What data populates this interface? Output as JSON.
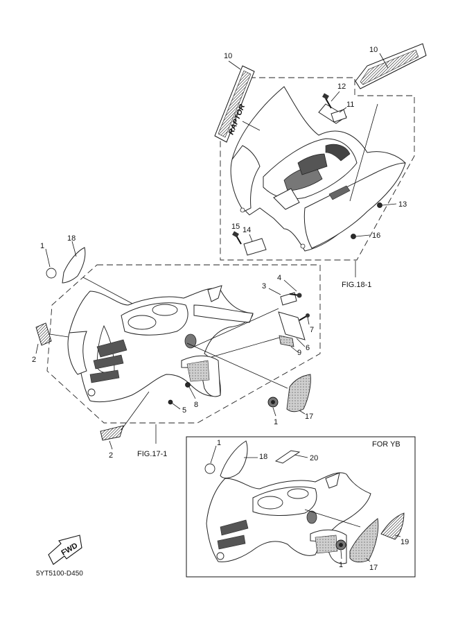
{
  "diagram": {
    "code": "5YT5100-D450",
    "figure_refs": {
      "rear_fender": "FIG.18-1",
      "front_fender": "FIG.17-1"
    },
    "inset": {
      "title": "FOR YB"
    },
    "fwd_label": "FWD",
    "callouts": {
      "rear": {
        "c10a": "10",
        "c10b": "10",
        "c11": "11",
        "c12": "12",
        "c13": "13",
        "c14": "14",
        "c15": "15",
        "c16": "16"
      },
      "front": {
        "c1a": "1",
        "c1b": "1",
        "c2a": "2",
        "c2b": "2",
        "c3": "3",
        "c4": "4",
        "c5": "5",
        "c6": "6",
        "c7": "7",
        "c8": "8",
        "c9": "9",
        "c17": "17",
        "c18": "18"
      },
      "inset": {
        "c1a": "1",
        "c1b": "1",
        "c17": "17",
        "c18": "18",
        "c19": "19",
        "c20": "20"
      }
    }
  }
}
